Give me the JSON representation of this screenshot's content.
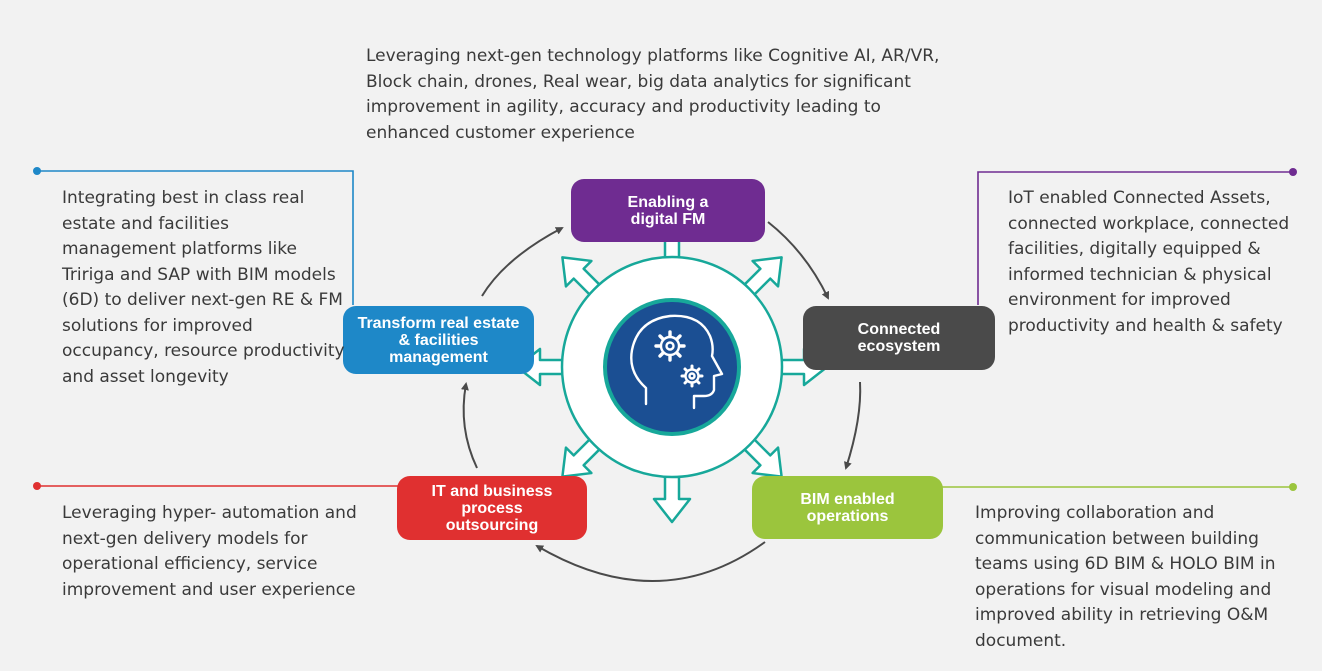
{
  "colors": {
    "purple": "#6f2c91",
    "dark_gray": "#4a4a4a",
    "green": "#9bc53d",
    "red": "#e03030",
    "blue": "#1e88c8",
    "teal": "#17a89a",
    "navy": "#1b4f93",
    "text": "#3a3a3a",
    "background": "#f2f2f2"
  },
  "hub": {
    "icon": "head-with-gears-icon"
  },
  "nodes": [
    {
      "id": "digital_fm",
      "label": "Enabling a digital FM",
      "color": "purple",
      "description": "Leveraging next-gen technology platforms like Cognitive AI, AR/VR, Block chain, drones, Real wear, big data analytics for significant improvement in agility, accuracy and productivity leading to enhanced customer experience"
    },
    {
      "id": "connected_ecosystem",
      "label": "Connected ecosystem",
      "color": "dark_gray",
      "description": "IoT enabled Connected Assets, connected workplace, connected facilities, digitally equipped & informed technician & physical environment for improved productivity and health & safety"
    },
    {
      "id": "bim_operations",
      "label": "BIM enabled operations",
      "color": "green",
      "description": "Improving collaboration and communication between building teams using 6D BIM & HOLO BIM in operations for visual modeling and improved ability in retrieving O&M document."
    },
    {
      "id": "it_bpo",
      "label": "IT and business process outsourcing",
      "color": "red",
      "description": "Leveraging hyper- automation and next-gen delivery models for operational efficiency, service improvement and user experience"
    },
    {
      "id": "transform_re",
      "label": "Transform real estate & facilities management",
      "color": "blue",
      "description": "Integrating best in class real estate and facilities management platforms like Tririga and SAP with BIM models (6D) to deliver next-gen RE & FM solutions for improved occupancy, resource productivity and asset longevity"
    }
  ]
}
